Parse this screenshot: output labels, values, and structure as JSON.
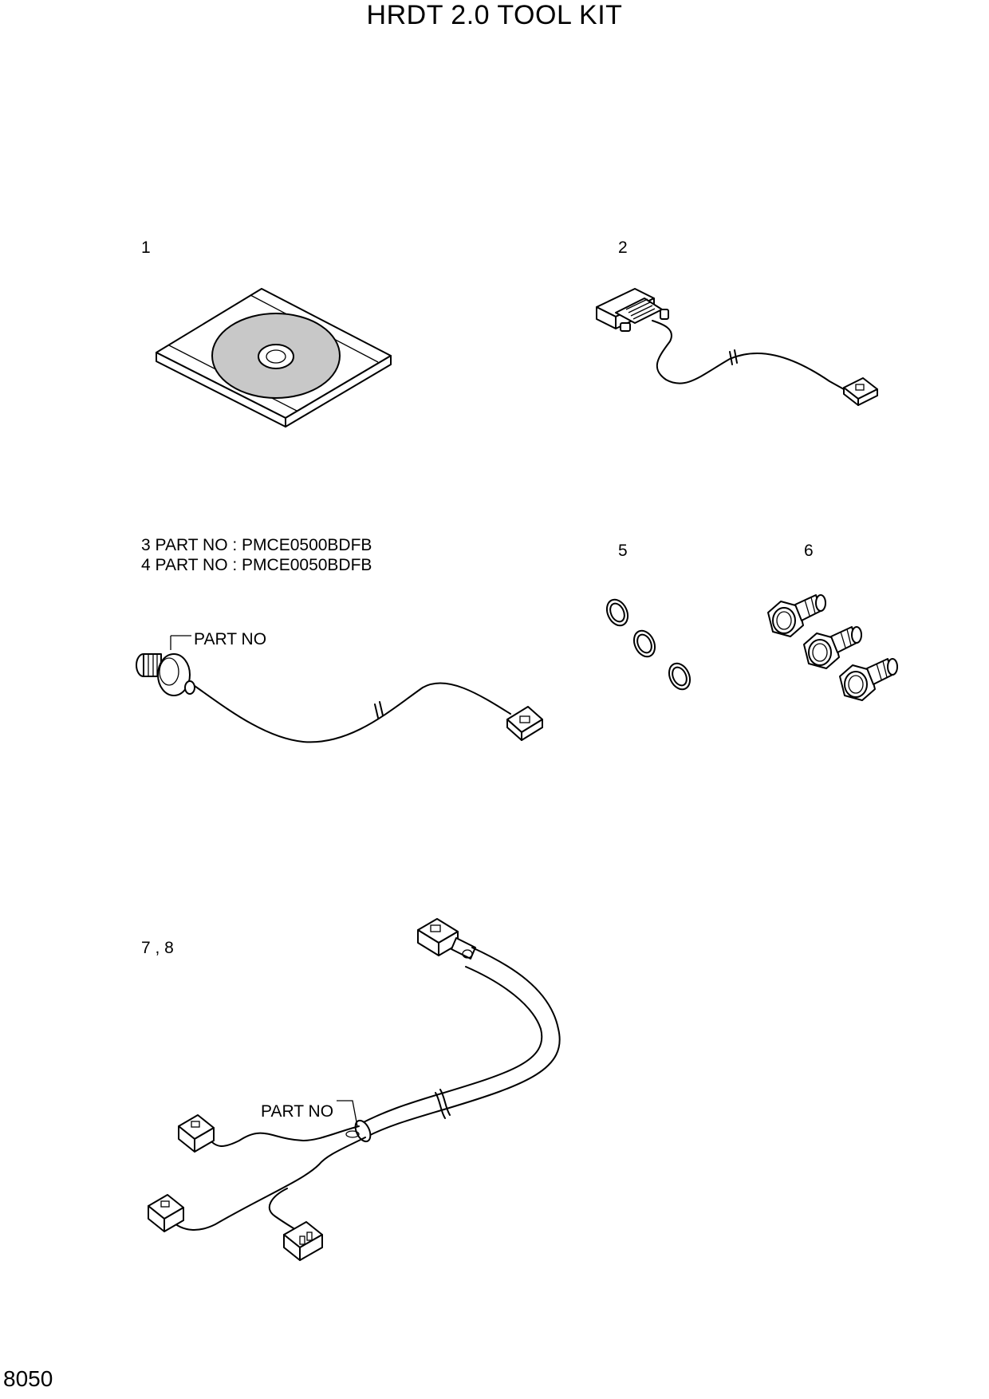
{
  "title": "HRDT 2.0 TOOL KIT",
  "page_number": "8050",
  "items": {
    "item1": {
      "label": "1"
    },
    "item2": {
      "label": "2"
    },
    "item3": {
      "label": "3  PART NO : PMCE0500BDFB"
    },
    "item4": {
      "label": "4  PART NO : PMCE0050BDFB"
    },
    "item5": {
      "label": "5"
    },
    "item6": {
      "label": "6"
    },
    "item78": {
      "label": "7 , 8"
    }
  },
  "callouts": {
    "sensor_part_no": "PART NO",
    "harness_part_no": "PART NO"
  },
  "icons": [
    "cd-case-icon",
    "serial-cable-icon",
    "sensor-cable-icon",
    "o-ring-icon",
    "fitting-icon",
    "wire-harness-icon"
  ],
  "colors": {
    "line": "#000000",
    "disc_fill": "#c8c8c8",
    "background": "#ffffff"
  }
}
